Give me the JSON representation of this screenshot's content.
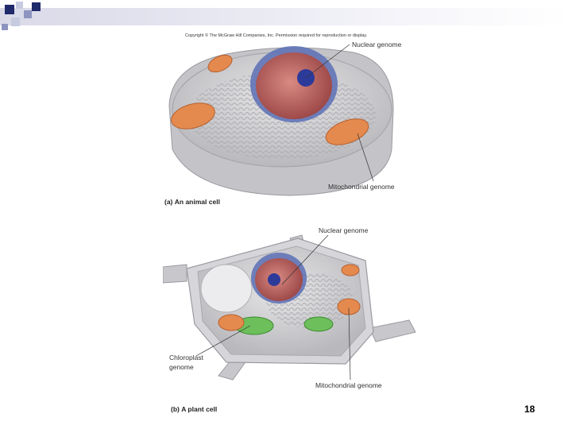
{
  "copyright": "Copyright © The McGraw Hill Companies, Inc. Permission required for reproduction or display.",
  "animal": {
    "caption_letter": "(a)",
    "caption_text": "An animal cell",
    "nuclear_label": "Nuclear genome",
    "mito_label": "Mitochondrial genome"
  },
  "plant": {
    "caption_letter": "(b)",
    "caption_text": "A plant cell",
    "nuclear_label": "Nuclear genome",
    "chloro_label_line1": "Chloroplast",
    "chloro_label_line2": "genome",
    "mito_label": "Mitochondrial genome"
  },
  "page_number": "18",
  "colors": {
    "square_dark": "#1f2a6b",
    "square_light": "#c7cbe0",
    "cytoplasm": "#cfcfd2",
    "nucleus": "#b85a5a",
    "nucleolus": "#2c3a9a",
    "mitochondria": "#e48a4e",
    "chloroplast": "#6cbf5a"
  }
}
